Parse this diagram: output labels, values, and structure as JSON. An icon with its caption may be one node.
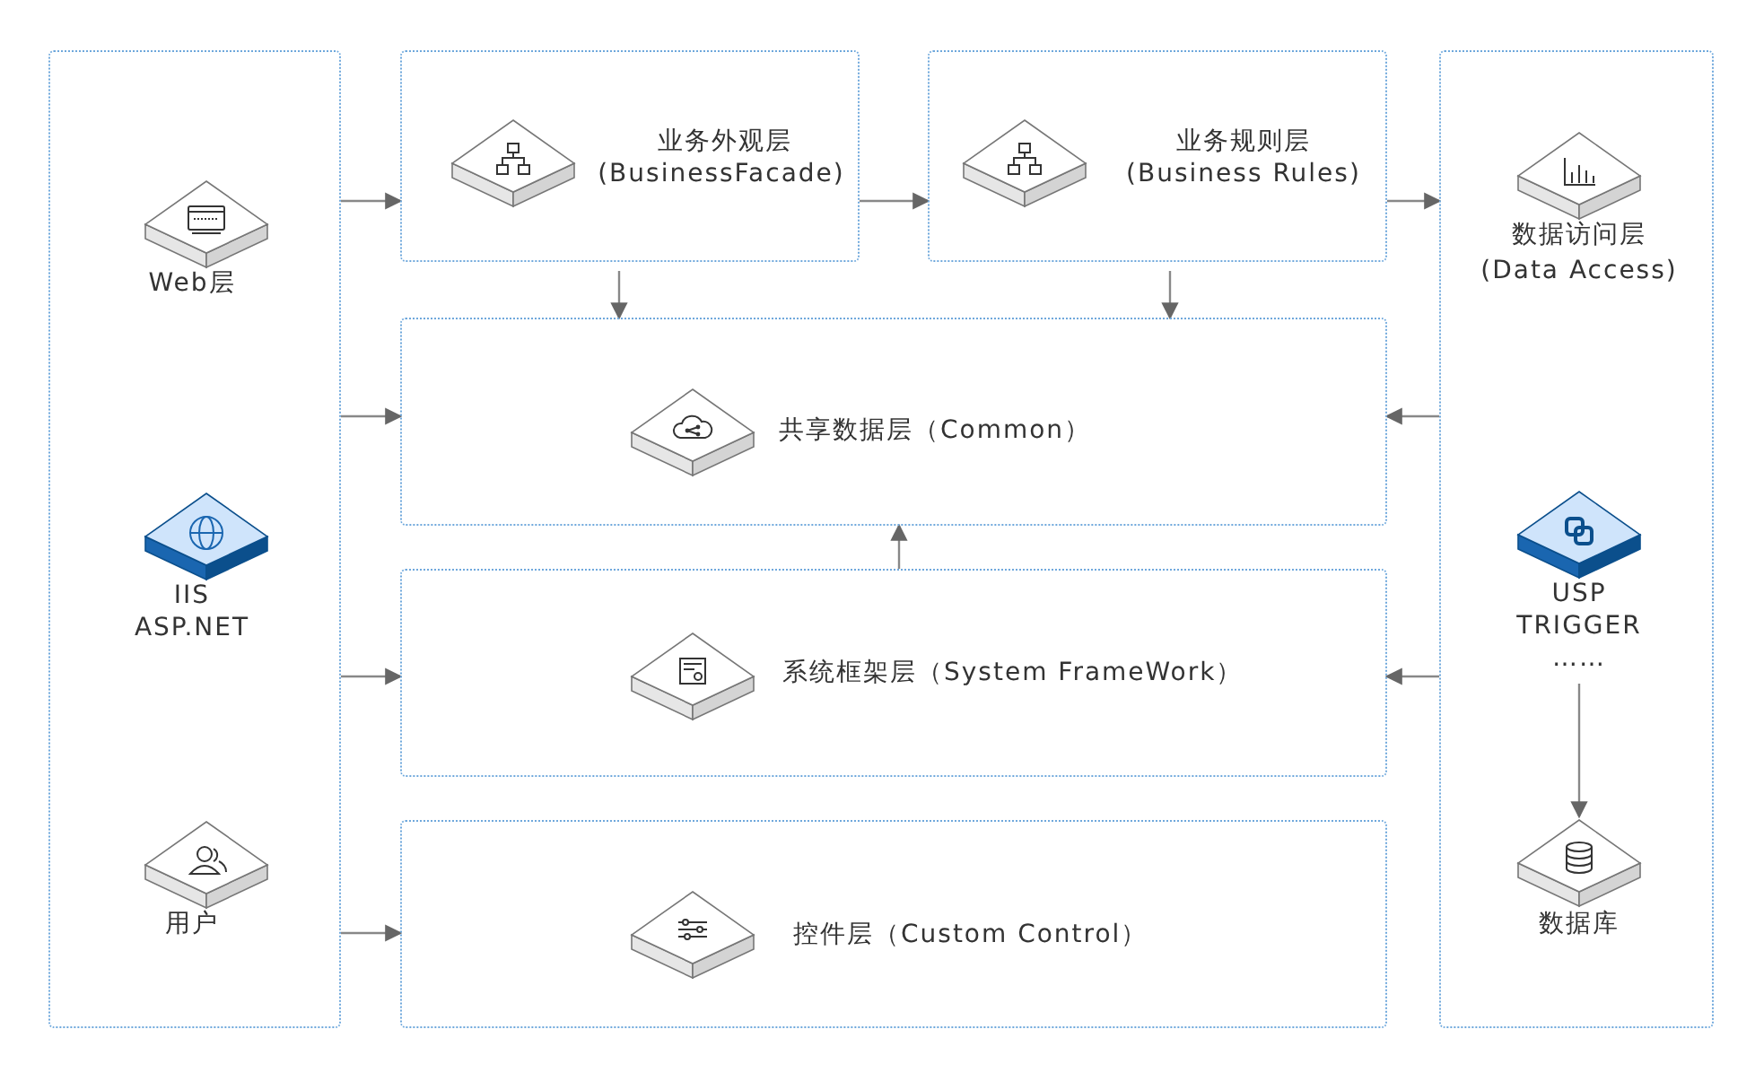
{
  "diagram": {
    "nodes": [
      {
        "text": [],
        "shape": "box"
      },
      {
        "text": [
          "Web层"
        ],
        "in": 0
      },
      {
        "text": [
          "IIS ASP.NET"
        ],
        "in": 0
      },
      {
        "text": [
          "用户"
        ],
        "in": 0
      },
      {
        "text": [
          "业务外观层",
          "(BusinessFacade)"
        ]
      },
      {
        "text": [
          "业务规则层",
          "(Business Rules)"
        ]
      },
      {
        "text": [],
        "shape": "box"
      },
      {
        "text": [
          "数据访问层",
          "(Data Access)"
        ],
        "in": 6
      },
      {
        "text": [
          "USP TRIGGER ……"
        ],
        "in": 6
      },
      {
        "text": [
          "数据库"
        ],
        "in": 6
      },
      {
        "text": [
          "共享数据层（Common）"
        ]
      },
      {
        "text": [
          "系统框架层（System FrameWork）"
        ]
      },
      {
        "text": [
          "控件层（Custom Control）"
        ]
      }
    ],
    "edges": [
      {
        "from": 0,
        "to": 4,
        "arrow": "to"
      },
      {
        "from": 0,
        "to": 10,
        "arrow": "to"
      },
      {
        "from": 0,
        "to": 11,
        "arrow": "to"
      },
      {
        "from": 0,
        "to": 12,
        "arrow": "to"
      },
      {
        "from": 4,
        "to": 5,
        "arrow": "to"
      },
      {
        "from": 5,
        "to": 6,
        "arrow": "to"
      },
      {
        "from": 4,
        "to": 10,
        "arrow": "to"
      },
      {
        "from": 5,
        "to": 10,
        "arrow": "to"
      },
      {
        "from": 6,
        "to": 10,
        "arrow": "to"
      },
      {
        "from": 6,
        "to": 11,
        "arrow": "to"
      },
      {
        "from": 11,
        "to": 10,
        "arrow": "to"
      },
      {
        "from": 8,
        "to": 9,
        "arrow": "to"
      }
    ]
  }
}
